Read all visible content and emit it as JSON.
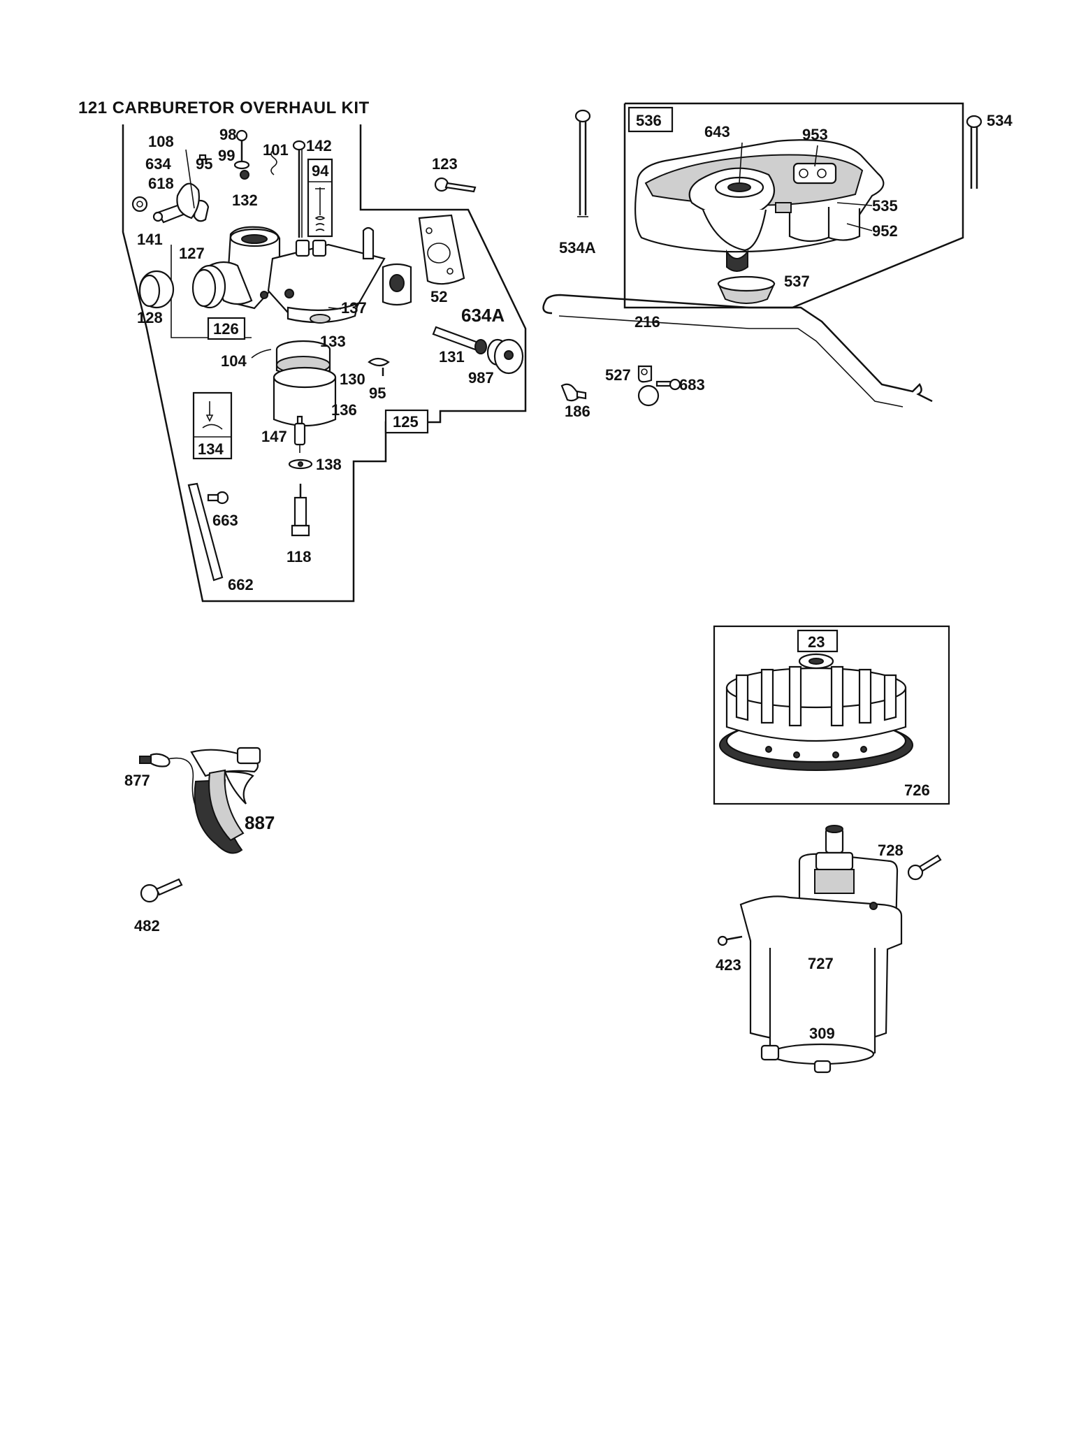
{
  "title": "121 CARBURETOR OVERHAUL KIT",
  "boxed_labels": {
    "b126": "126",
    "b125": "125",
    "b134": "134",
    "b94": "94",
    "b536": "536",
    "b23": "23"
  },
  "labels": {
    "p108": "108",
    "p98": "98",
    "p99": "99",
    "p101": "101",
    "p142": "142",
    "p634": "634",
    "p95a": "95",
    "p618": "618",
    "p132": "132",
    "p141": "141",
    "p127": "127",
    "p128": "128",
    "p137": "137",
    "p52": "52",
    "p123": "123",
    "p634a": "634A",
    "p131": "131",
    "p987": "987",
    "p104": "104",
    "p133": "133",
    "p130": "130",
    "p95b": "95",
    "p136": "136",
    "p147": "147",
    "p138": "138",
    "p663": "663",
    "p118": "118",
    "p662": "662",
    "p534a": "534A",
    "p643": "643",
    "p953": "953",
    "p535": "535",
    "p952": "952",
    "p537": "537",
    "p534": "534",
    "p216": "216",
    "p527": "527",
    "p683": "683",
    "p186": "186",
    "p877": "877",
    "p887": "887",
    "p482": "482",
    "p726": "726",
    "p728": "728",
    "p423": "423",
    "p727": "727",
    "p309": "309"
  }
}
